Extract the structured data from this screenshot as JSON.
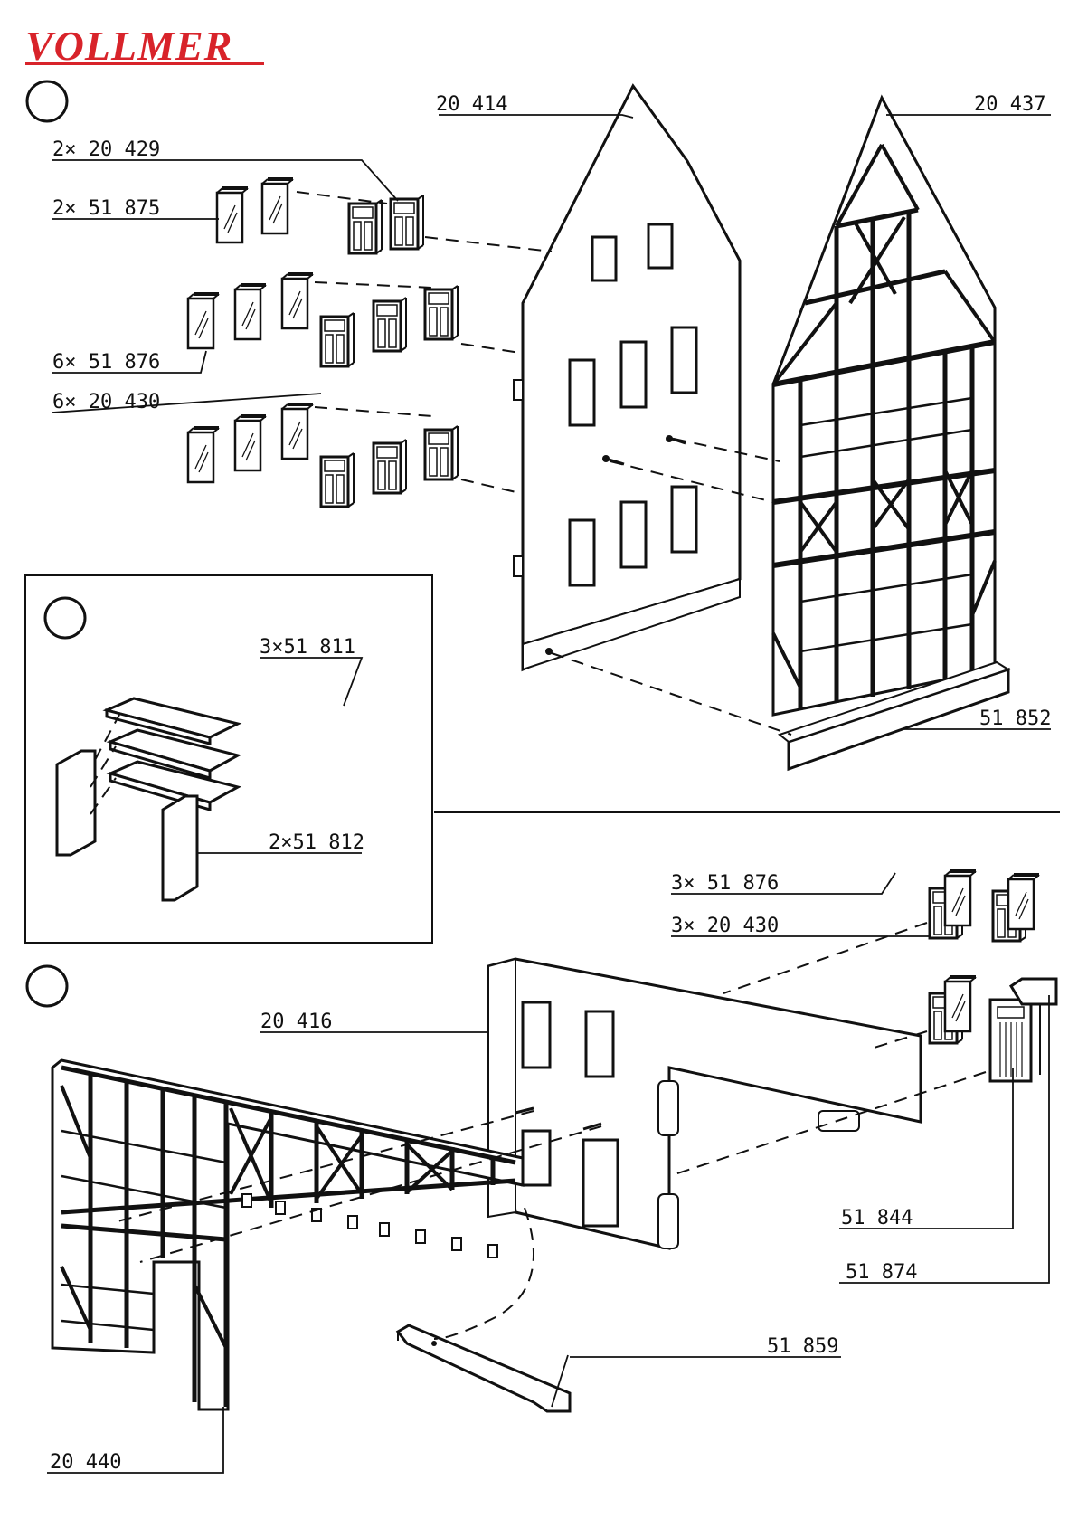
{
  "brand": {
    "name": "VOLLMER",
    "color": "#d8232a"
  },
  "steps": {
    "step_1": "",
    "step_2": "",
    "step_3": ""
  },
  "labels": {
    "p20414": "20 414",
    "p20437": "20 437",
    "p20429": "2× 20 429",
    "p51875": "2× 51 875",
    "p51876a": "6× 51 876",
    "p20430a": "6× 20 430",
    "p51811": "3×51 811",
    "p51812": "2×51 812",
    "p51852": "51 852",
    "p51876b": "3× 51 876",
    "p20430b": "3× 20 430",
    "p20416": "20 416",
    "p51844": "51 844",
    "p51874": "51 874",
    "p51859": "51 859",
    "p20440": "20 440"
  }
}
